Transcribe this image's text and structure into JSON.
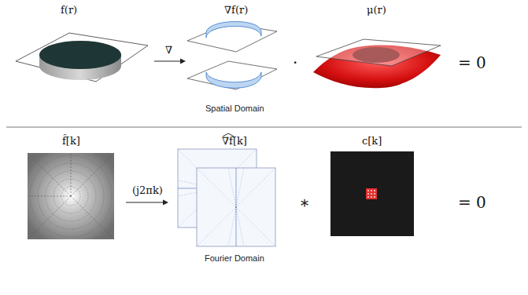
{
  "diagram": {
    "labels": [
      "f(r)",
      "∇f(r)",
      "μ(r)",
      "∇",
      "·",
      "= 0",
      "Spatial Domain",
      "f̂[k]",
      "∇f[k]",
      "c[k]",
      "(j2πk)",
      "*",
      "= 0",
      "Fourier Domain"
    ]
  }
}
